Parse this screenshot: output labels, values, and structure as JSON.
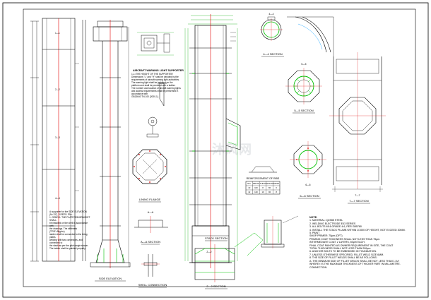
{
  "colors": {
    "line": "#000000",
    "member": "#00c000",
    "dim": "#00a800",
    "hatch": "#22aa22",
    "accent_red": "#e00000",
    "accent_cyan": "#0099ff",
    "watermark": "#9aa3ab"
  },
  "labels": {
    "side_elevation": "SIDE ELEVATION",
    "shell_connection": "SHELL CONNECTION",
    "aa_section": "A—A SECTION",
    "lining_flange": "LINING FLANGE",
    "stack_section": "STACK SECTION",
    "section_22": "2—2 SECTION",
    "section_44": "4—4 SECTION",
    "section_55": "5—5 SECTION",
    "section_66": "6—6 SECTION",
    "section_77": "7—7 SECTION",
    "reinforcement_of_ribs": "REINFORCEMENT OF RIBS",
    "aircraft_heading": "AIRCRAFT WARNING LIGHT SUPPORTER",
    "aa_short": "A—A",
    "s44": "4—4",
    "s55": "5—5",
    "s66": "6—6",
    "s77": "7—7",
    "s22": "2—2"
  },
  "aircraft_note": "1.L=THE HEIGHT OF THE SUPPORTER\nDimensions \"L\" and \"H\" shall be decided by the\nrequirements of aircraft warning light authorities.\nThe warning light shall be installed on the\nplatform and shall be provided with a ladder.\nThe number and location of aircraft warning lights\nand access requirements shall be performed in accordance with\nGB13640 TN-100 (2000-1).",
  "left_note": "A supporter for the SIDE ELEVATION (N=13°), 3 REPS: PN=...\n1. GEBO 1: THE PLATFORM BRACKET SHALL\nbe installed on the shell in accordance with\nthe drawings. The stiffeners (TP0F=5kg/m²)\nladder shall be connected to the lining plates,\nwelding with two connectors, and connected to\nthe stack as per the pitch angle shown.\nThe ladder shall be painted properly.",
  "general_notes_title": "NOTE:",
  "general_notes": "1. MATERIAL: Q235B STEEL\n2. WELDING ELECTRODE E43 SERIES\n3. ALL BOLTS M16 GRADE 4.6, PER GB5780\n4. INSTALL THE STACK PLUMB WITHIN 1/1000 OF HEIGHT, NOT EXCEED 30MM.\n5. PAINT\n   SHOP PRIMER: 75μm (DFT)\n   PRIMING COAT THICKNESS SHALL NOT LESS THAN 75μm.\n   INTERMEDIATE COAT: 2 LAYERS, 60μm EACH.\n   FINAL COAT PAINTED AS OWNER REQUIREMENT IN SITE, THE COAT\n   TOTAL THICKNESS SHALL NOT LESS THAN 200μm.\n6. ANCHOR BOLTS TO BE EMBEDDED IN FOUNDATION.\n7. UNLESS OTHERWISE SPECIFIED, FILLET WELD SIZE 6MM.\n8. THE SIZE OF FILLET WELDS SHALL BE AS FOLLOWS:\n   A. THE MINIMUM SIZE OF FILLET WELDS SHALL BE NOT LESS THAN 1.5√t\n   WHERE t IS THE MAXIMUM THICKNESS OF THICKER PART IN MILLIMETRE.\n   CONNECTION.",
  "rib_table": {
    "headers": [
      "NO.",
      "WIDTH",
      "THICK",
      "LENGTH",
      "MASS"
    ],
    "rows": [
      [
        "10",
        "100",
        "8",
        "80",
        "6"
      ],
      [
        "12",
        "120",
        "10",
        "90",
        "8"
      ]
    ]
  },
  "elevation_markers": [
    "1—1",
    "2—2",
    "3—3",
    "4—4"
  ],
  "watermark_text": "沐风网"
}
